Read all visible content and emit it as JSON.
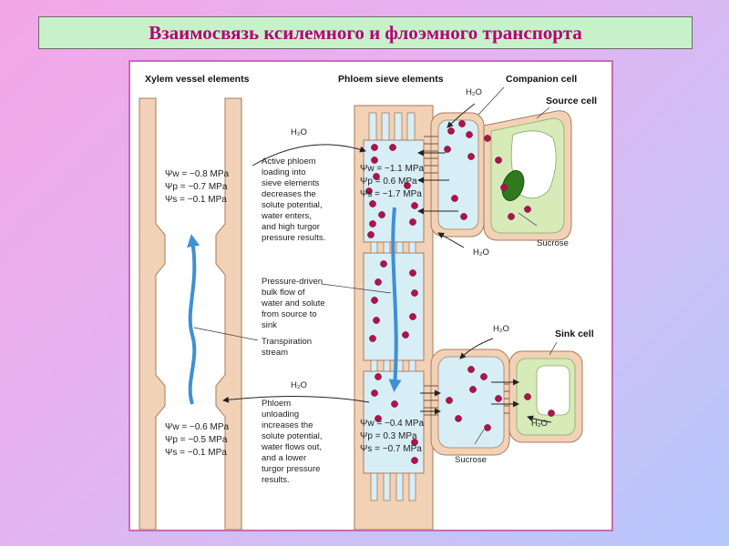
{
  "title": "Взаимосвязь ксилемного и флоэмного транспорта",
  "figure": {
    "headers": {
      "xylem": "Xylem vessel elements",
      "phloem": "Phloem sieve elements",
      "companion": "Companion cell",
      "source": "Source cell",
      "sink": "Sink cell"
    },
    "water_labels": {
      "top_left": "H₂O",
      "source_top": "H₂O",
      "source_bottom": "H₂O",
      "bottom_left": "H₂O",
      "sink_top": "H₂O",
      "sink_right": "H₂O"
    },
    "sucrose_labels": {
      "source": "Sucrose",
      "sink": "Sucrose"
    },
    "xylem_top_values": [
      "Ψw = −0.8 MPa",
      "Ψp = −0.7 MPa",
      "Ψs = −0.1 MPa"
    ],
    "xylem_bottom_values": [
      "Ψw = −0.6 MPa",
      "Ψp = −0.5 MPa",
      "Ψs = −0.1 MPa"
    ],
    "phloem_top_values": [
      "Ψw = −1.1 MPa",
      "Ψp =   0.6 MPa",
      "Ψs = −1.7 MPa"
    ],
    "phloem_bottom_values": [
      "Ψw = −0.4 MPa",
      "Ψp =   0.3 MPa",
      "Ψs = −0.7 MPa"
    ],
    "captions": {
      "loading": [
        "Active phloem",
        "loading into",
        "sieve elements",
        "decreases the",
        "solute potential,",
        "water enters,",
        "and high turgor",
        "pressure results."
      ],
      "bulk_flow": [
        "Pressure-driven",
        "bulk flow of",
        "water and solute",
        "from source to",
        "sink"
      ],
      "transpiration": [
        "Transpiration",
        "stream"
      ],
      "unloading": [
        "Phloem",
        "unloading",
        "increases the",
        "solute potential,",
        "water flows out,",
        "and a lower",
        "turgor pressure",
        "results."
      ]
    },
    "colors": {
      "wall": "#f1d2b6",
      "wall_outline": "#a97a5a",
      "phloem_fill": "#d7eef7",
      "sucrose_dot": "#b0124a",
      "flow_arrow": "#3f8fd6",
      "cell_green": "#d6ebb8",
      "chloroplast": "#2f7a1e"
    }
  }
}
